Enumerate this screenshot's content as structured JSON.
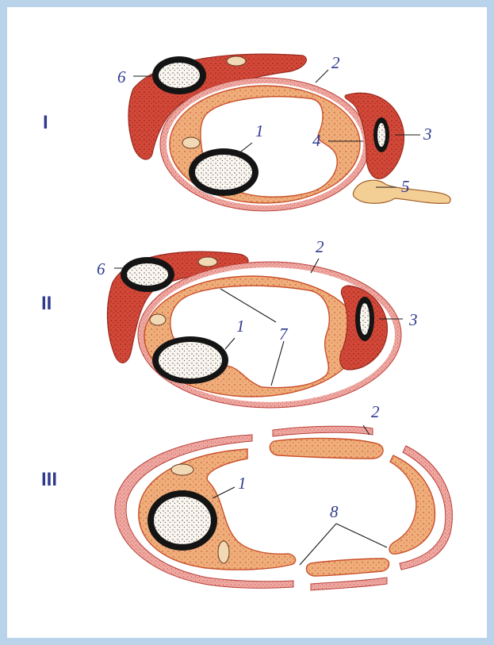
{
  "colors": {
    "frame": "#b8d3ea",
    "label": "#2f3a8f",
    "cytoplasm": "#efad7a",
    "cytoplasm_edge": "#c9502a",
    "basement_membrane": "#e89a94",
    "pericyte": "#d24838",
    "nucleus_envelope": "#141414",
    "nucleus_inner": "#faf6ef"
  },
  "panels": {
    "p1": {
      "roman": "I"
    },
    "p2": {
      "roman": "II"
    },
    "p3": {
      "roman": "III"
    }
  },
  "labels": {
    "p1": {
      "n1": "1",
      "n2": "2",
      "n3": "3",
      "n4": "4",
      "n5": "5",
      "n6": "6"
    },
    "p2": {
      "n1": "1",
      "n2": "2",
      "n3": "3",
      "n6": "6",
      "n7": "7"
    },
    "p3": {
      "n1": "1",
      "n2": "2",
      "n8": "8"
    }
  }
}
